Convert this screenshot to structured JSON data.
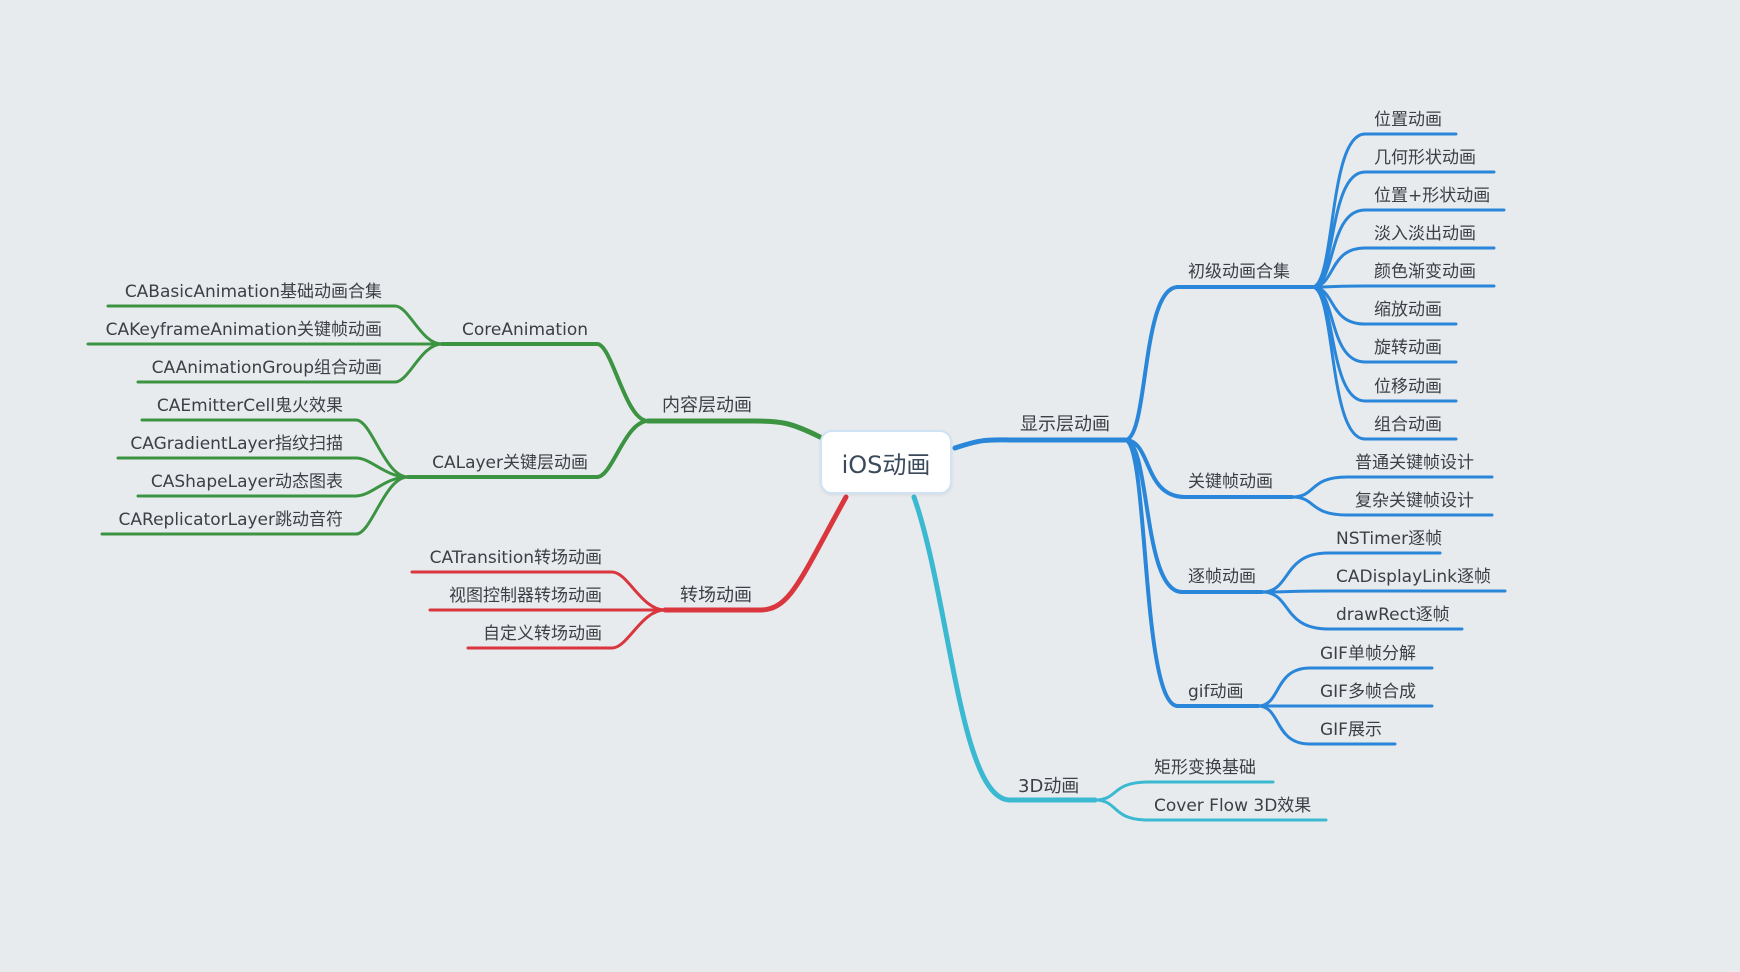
{
  "root": {
    "label": "iOS动画"
  },
  "colors": {
    "background": "#e8ebee",
    "blue": "#2a86d9",
    "cyan": "#3bb9d0",
    "green": "#3c9442",
    "red": "#d9363e",
    "text": "#3b4046"
  },
  "branches": {
    "display": {
      "label": "显示层动画",
      "children": [
        {
          "label": "初级动画合集",
          "children": [
            "位置动画",
            "几何形状动画",
            "位置+形状动画",
            "淡入淡出动画",
            "颜色渐变动画",
            "缩放动画",
            "旋转动画",
            "位移动画",
            "组合动画"
          ]
        },
        {
          "label": "关键帧动画",
          "children": [
            "普通关键帧设计",
            "复杂关键帧设计"
          ]
        },
        {
          "label": "逐帧动画",
          "children": [
            "NSTimer逐帧",
            "CADisplayLink逐帧",
            "drawRect逐帧"
          ]
        },
        {
          "label": "gif动画",
          "children": [
            "GIF单帧分解",
            "GIF多帧合成",
            "GIF展示"
          ]
        }
      ]
    },
    "threeD": {
      "label": "3D动画",
      "children": [
        "矩形变换基础",
        "Cover Flow 3D效果"
      ]
    },
    "content": {
      "label": "内容层动画",
      "children": [
        {
          "label": "CoreAnimation",
          "children": [
            "CABasicAnimation基础动画合集",
            "CAKeyframeAnimation关键帧动画",
            "CAAnimationGroup组合动画"
          ]
        },
        {
          "label": "CALayer关键层动画",
          "children": [
            "CAEmitterCell鬼火效果",
            "CAGradientLayer指纹扫描",
            "CAShapeLayer动态图表",
            "CAReplicatorLayer跳动音符"
          ]
        }
      ]
    },
    "transition": {
      "label": "转场动画",
      "children": [
        "CATransition转场动画",
        "视图控制器转场动画",
        "自定义转场动画"
      ]
    }
  }
}
